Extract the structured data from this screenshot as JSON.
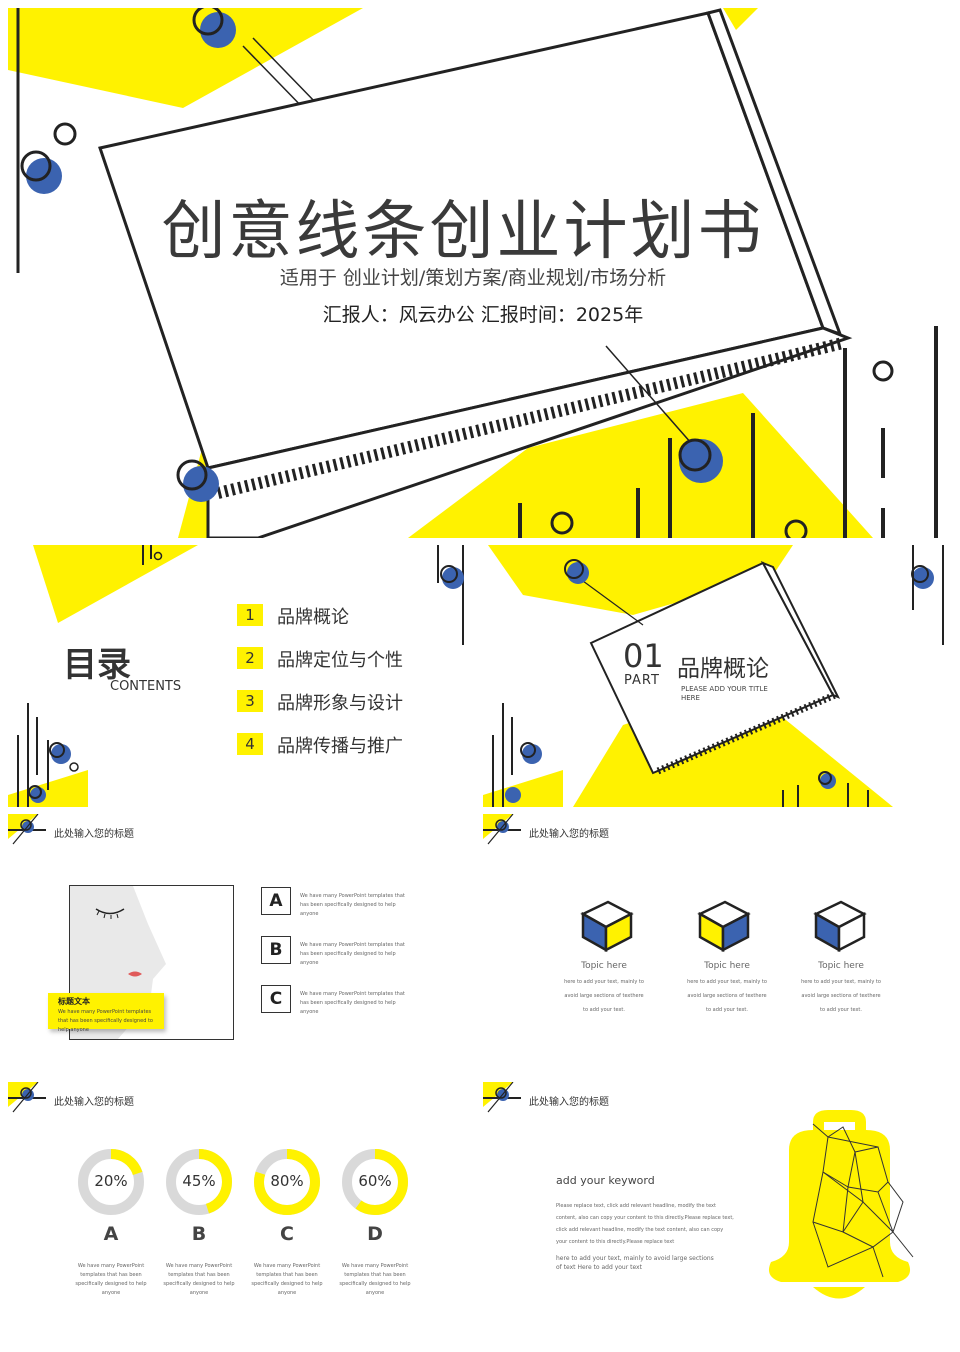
{
  "cover": {
    "title": "创意线条创业计划书",
    "subtitle": "适用于  创业计划/策划方案/商业规划/市场分析",
    "reporter_line": "汇报人：风云办公    汇报时间：2025年"
  },
  "toc": {
    "heading": "目录",
    "heading_en": "CONTENTS",
    "items": [
      {
        "num": "1",
        "label": "品牌概论"
      },
      {
        "num": "2",
        "label": "品牌定位与个性"
      },
      {
        "num": "3",
        "label": "品牌形象与设计"
      },
      {
        "num": "4",
        "label": "品牌传播与推广"
      }
    ]
  },
  "part": {
    "number": "01",
    "part_label": "PART",
    "title": "品牌概论",
    "subtitle_line1": "PLEASE ADD YOUR TITLE",
    "subtitle_line2": "HERE"
  },
  "slide_header": "此处输入您的标题",
  "abc_slide": {
    "caption_title": "标题文本",
    "caption_text": "We have many PowerPoint templates that has been specifically designed to help anyone",
    "items": [
      {
        "letter": "A",
        "text": "We have many PowerPoint templates that has been specifically designed to help anyone"
      },
      {
        "letter": "B",
        "text": "We have many PowerPoint templates that has been specifically designed to help anyone"
      },
      {
        "letter": "C",
        "text": "We have many PowerPoint templates that has been specifically designed to help anyone"
      }
    ]
  },
  "cube_slide": {
    "items": [
      {
        "title": "Topic here",
        "l1": "here to add your text, mainly to",
        "l2": "avoid large sections of texthere",
        "l3": "to add your text."
      },
      {
        "title": "Topic here",
        "l1": "here to add your text, mainly to",
        "l2": "avoid large sections of texthere",
        "l3": "to add your text."
      },
      {
        "title": "Topic here",
        "l1": "here to add your text, mainly to",
        "l2": "avoid large sections of texthere",
        "l3": "to add your text."
      }
    ]
  },
  "donut_slide": {
    "items": [
      {
        "label": "A",
        "percent": 20,
        "percent_text": "20%",
        "text": "We have many PowerPoint templates that has been specifically designed to help anyone"
      },
      {
        "label": "B",
        "percent": 45,
        "percent_text": "45%",
        "text": "We have many PowerPoint templates that has been specifically designed to help anyone"
      },
      {
        "label": "C",
        "percent": 80,
        "percent_text": "80%",
        "text": "We have many PowerPoint templates that has been specifically designed to help anyone"
      },
      {
        "label": "D",
        "percent": 60,
        "percent_text": "60%",
        "text": "We have many PowerPoint templates that has been specifically designed to help anyone"
      }
    ]
  },
  "keyword_slide": {
    "title": "add your keyword",
    "para1": "Please replace text, click add relevant headline, modify the text content, also can copy your content to this directly.Please replace text, click add relevant headline, modify the text content, also can copy your content to this directly.Please replace text",
    "para2": "here to add your text, mainly to avoid large sections of text Here to add your text"
  },
  "colors": {
    "accent": "#fff200",
    "blue": "#3b63b0",
    "line": "#222222"
  }
}
